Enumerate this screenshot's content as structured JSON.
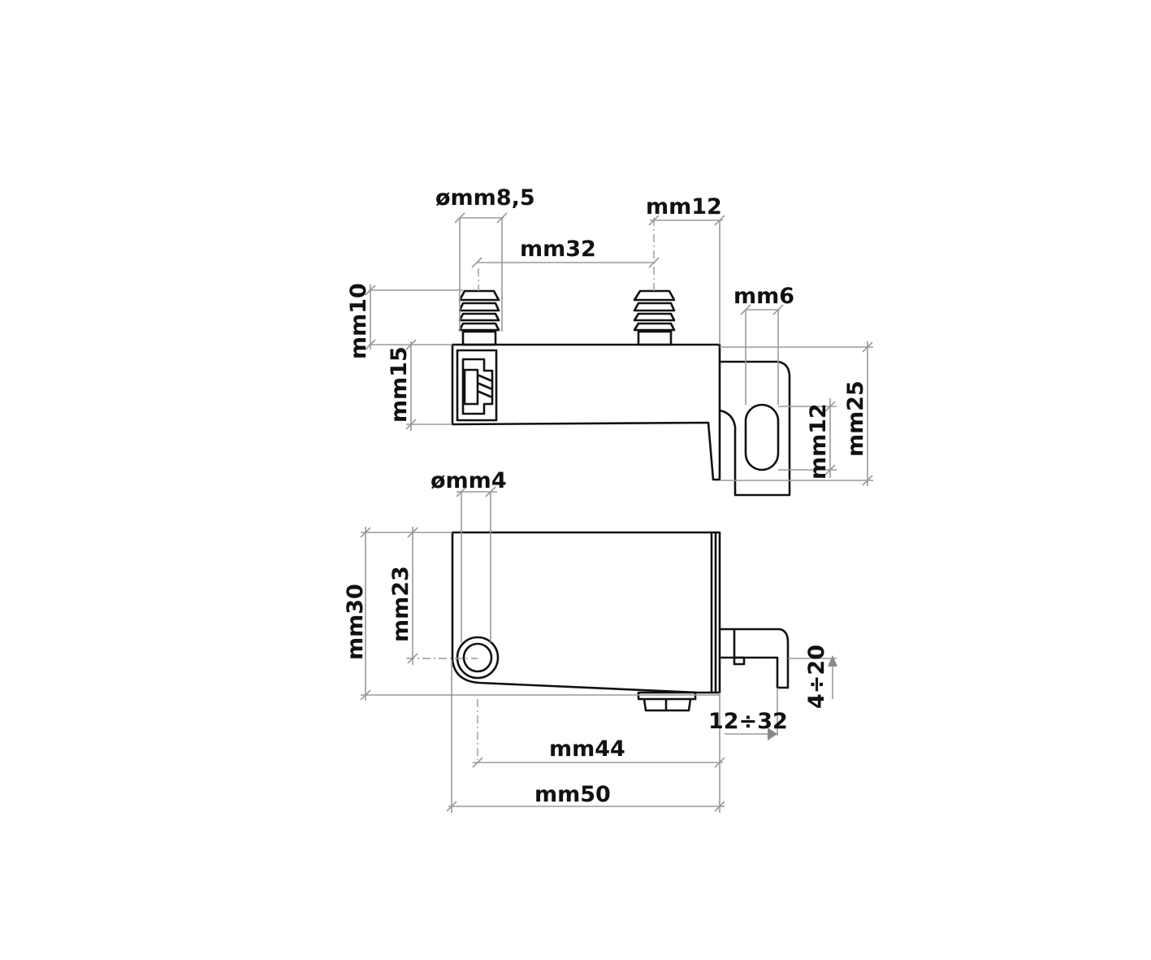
{
  "drawing": {
    "title": "Hinge bracket technical drawing",
    "views": [
      "top-view",
      "side-view"
    ],
    "top_view": {
      "dimensions": {
        "pin_diameter": "ømm8,5",
        "pin_spacing": "mm32",
        "pin_to_edge": "mm12",
        "pin_height": "mm10",
        "body_height": "mm15",
        "slot_width": "mm6",
        "slot_height": "mm12",
        "bracket_height": "mm25"
      }
    },
    "side_view": {
      "dimensions": {
        "hole_diameter": "ømm4",
        "total_height": "mm30",
        "hole_height": "mm23",
        "inner_length": "mm44",
        "total_length": "mm50",
        "horizontal_adjust": "12÷32",
        "vertical_adjust": "4÷20"
      }
    },
    "colors": {
      "line": "#111111",
      "dimension": "#9a9a9a",
      "background": "#ffffff"
    }
  }
}
